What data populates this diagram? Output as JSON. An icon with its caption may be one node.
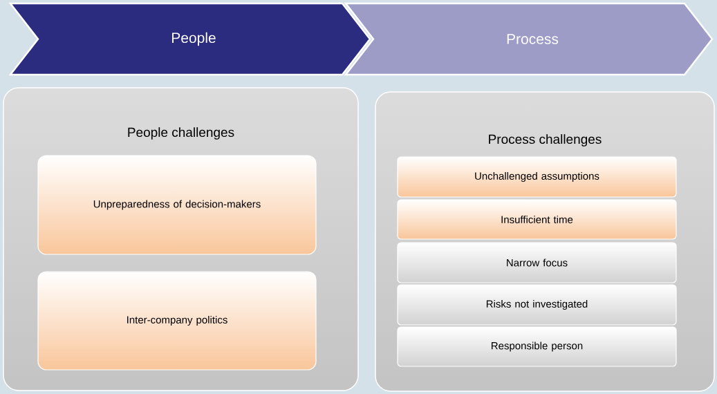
{
  "diagram": {
    "nodes": [
      {
        "text": [
          "People"
        ]
      },
      {
        "text": [
          "Process"
        ]
      },
      {
        "text": [
          "People challenges"
        ]
      },
      {
        "text": [
          "Unpreparedness of decision-makers"
        ],
        "in": 2
      },
      {
        "text": [
          "Inter-company politics"
        ],
        "in": 2
      },
      {
        "text": [
          "Process challenges"
        ]
      },
      {
        "text": [
          "Unchallenged assumptions"
        ],
        "in": 5
      },
      {
        "text": [
          "Insufficient time"
        ],
        "in": 5
      },
      {
        "text": [
          "Narrow focus"
        ],
        "in": 5
      },
      {
        "text": [
          "Risks not investigated"
        ],
        "in": 5
      },
      {
        "text": [
          "Responsible person"
        ],
        "in": 5
      }
    ]
  }
}
